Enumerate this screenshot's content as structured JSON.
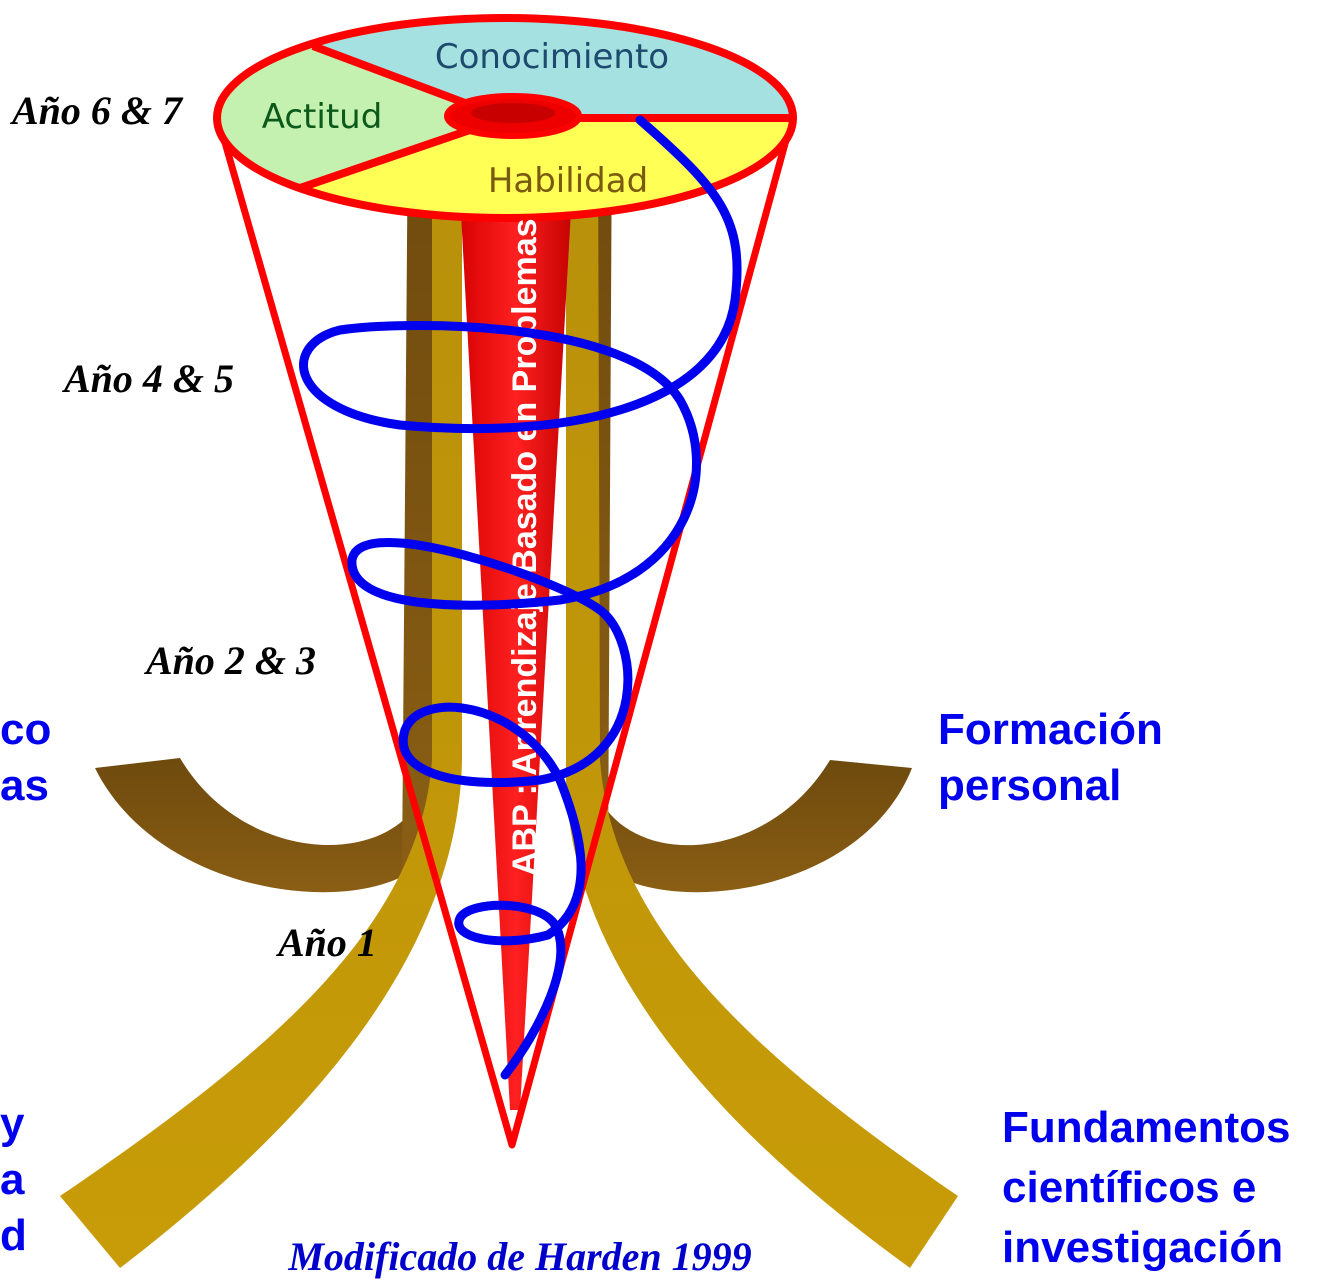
{
  "segments": {
    "knowledge": "Conocimiento",
    "attitude": "Actitud",
    "skill": "Habilidad"
  },
  "central_axis_label": "ABP : Aprendizaje Basado en Problemas",
  "years": {
    "y67": "Año 6 & 7",
    "y45": "Año 4 & 5",
    "y23": "Año 2 & 3",
    "y1": "Año 1"
  },
  "left_labels": {
    "upper_line1": "co",
    "upper_line2": "as",
    "lower_line1": "y",
    "lower_line2": "a",
    "lower_line3": "d"
  },
  "right_labels": {
    "personal_line1": "Formación",
    "personal_line2": "personal",
    "science_line1": "Fundamentos",
    "science_line2": "científicos e",
    "science_line3": "investigación"
  },
  "credit": "Modificado de Harden 1999",
  "colors": {
    "cone_outline": "#ff0000",
    "spiral": "#0000ee",
    "knowledge_fill": "#a6e1e1",
    "attitude_fill": "#c4f0b0",
    "skill_fill": "#ffff55",
    "dark_strand": "#7a5210",
    "light_strand": "#c99a08",
    "label_blue": "#0000ee"
  }
}
